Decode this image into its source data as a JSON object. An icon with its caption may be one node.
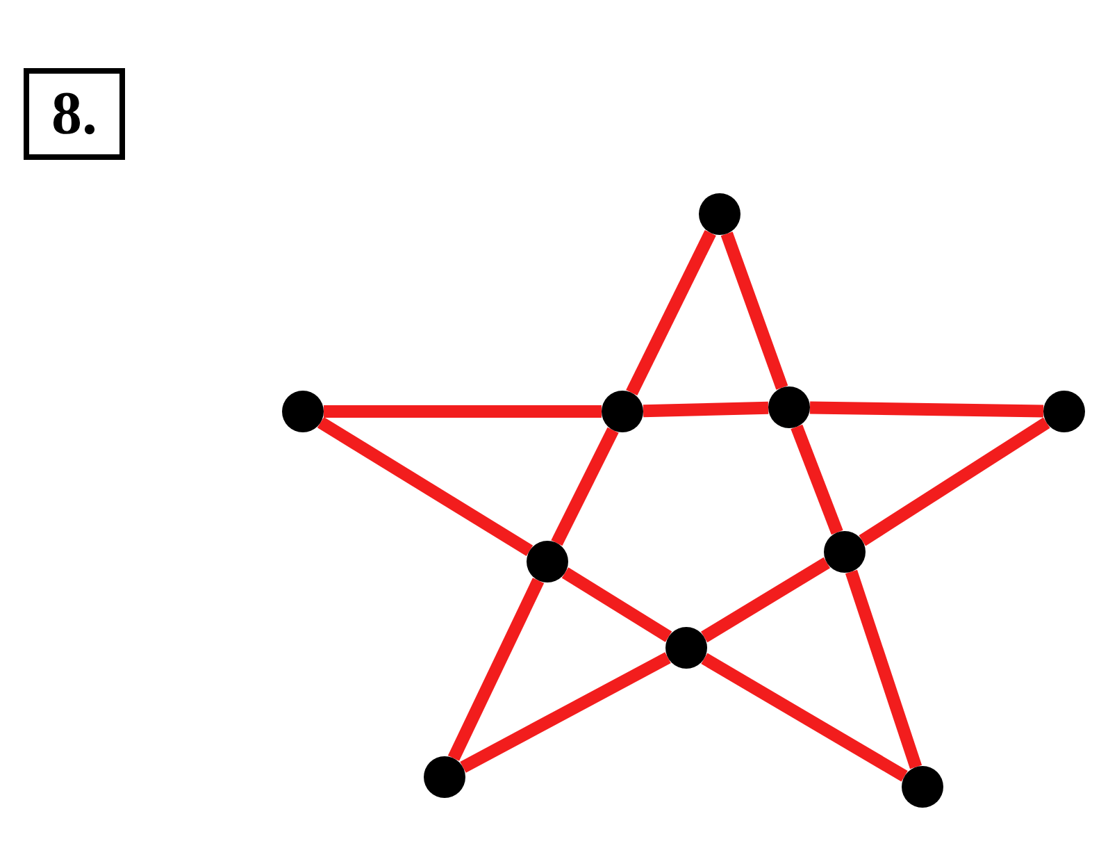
{
  "diagram": {
    "nodes": [
      {
        "text": [],
        "shape": "circle"
      },
      {
        "text": [],
        "shape": "circle"
      },
      {
        "text": [],
        "shape": "circle"
      },
      {
        "text": [],
        "shape": "circle"
      },
      {
        "text": [],
        "shape": "circle"
      },
      {
        "text": [],
        "shape": "circle"
      },
      {
        "text": [],
        "shape": "circle"
      },
      {
        "text": [],
        "shape": "circle"
      },
      {
        "text": [],
        "shape": "circle"
      },
      {
        "text": [],
        "shape": "circle"
      }
    ],
    "edges": [
      {
        "from": 0,
        "to": 2,
        "arrow": "none"
      },
      {
        "from": 2,
        "to": 5,
        "arrow": "none"
      },
      {
        "from": 5,
        "to": 8,
        "arrow": "none"
      },
      {
        "from": 0,
        "to": 3,
        "arrow": "none"
      },
      {
        "from": 3,
        "to": 6,
        "arrow": "none"
      },
      {
        "from": 6,
        "to": 9,
        "arrow": "none"
      },
      {
        "from": 1,
        "to": 2,
        "arrow": "none"
      },
      {
        "from": 2,
        "to": 3,
        "arrow": "none"
      },
      {
        "from": 3,
        "to": 4,
        "arrow": "none"
      },
      {
        "from": 1,
        "to": 5,
        "arrow": "none"
      },
      {
        "from": 5,
        "to": 7,
        "arrow": "none"
      },
      {
        "from": 7,
        "to": 9,
        "arrow": "none"
      },
      {
        "from": 4,
        "to": 6,
        "arrow": "none"
      },
      {
        "from": 6,
        "to": 7,
        "arrow": "none"
      },
      {
        "from": 7,
        "to": 8,
        "arrow": "none"
      }
    ],
    "labels": [
      "8."
    ]
  }
}
